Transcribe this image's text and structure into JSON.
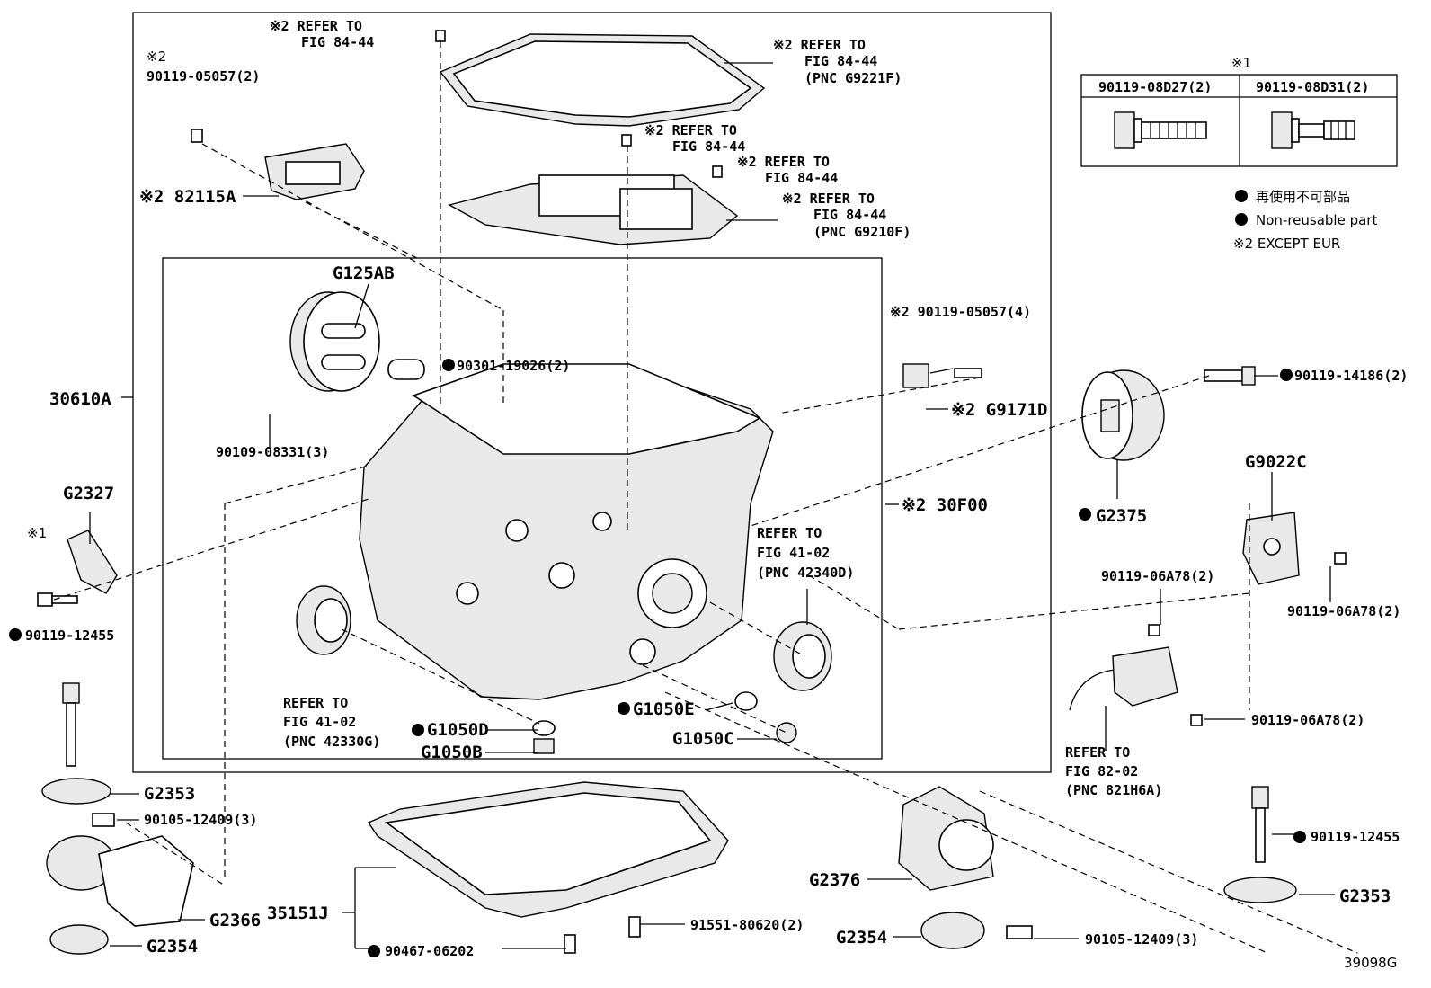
{
  "figure_code": "39098G",
  "legend": {
    "note_mark": "※1",
    "table_headers": [
      "90119-08D27(2)",
      "90119-08D31(2)"
    ],
    "nonreusable_jp": "再使用不可部品",
    "nonreusable_en": "Non-reusable part",
    "except_note": "※2 EXCEPT EUR"
  },
  "labels": {
    "refer_fig84_top_a": "※2 REFER TO",
    "refer_fig84_top_b": "FIG 84-44",
    "p90119_05057_2_mark": "※2",
    "p90119_05057_2": "90119-05057(2)",
    "refer_g9221f_a": "※2 REFER TO",
    "refer_g9221f_b": "FIG 84-44",
    "refer_g9221f_c": "(PNC G9221F)",
    "refer_mid1_a": "※2 REFER TO",
    "refer_mid1_b": "FIG 84-44",
    "refer_mid2_a": "※2 REFER TO",
    "refer_mid2_b": "FIG 84-44",
    "refer_g9210f_a": "※2 REFER TO",
    "refer_g9210f_b": "FIG 84-44",
    "refer_g9210f_c": "(PNC G9210F)",
    "p82115a": "※2 82115A",
    "g125ab": "G125AB",
    "p90301": "90301-19026(2)",
    "p90119_05057_4": "※2 90119-05057(4)",
    "g9171d": "※2 G9171D",
    "p30610a": "30610A",
    "p90109": "90109-08331(3)",
    "p30f00": "※2 30F00",
    "p90119_14186": "90119-14186(2)",
    "g2375": "G2375",
    "g9022c": "G9022C",
    "g2327": "G2327",
    "mark1_left": "※1",
    "p90119_12455_left": "90119-12455",
    "refer_42340d_a": "REFER TO",
    "refer_42340d_b": "FIG 41-02",
    "refer_42340d_c": "(PNC 42340D)",
    "p06a78_a": "90119-06A78(2)",
    "p06a78_b": "90119-06A78(2)",
    "p06a78_c": "90119-06A78(2)",
    "refer_42330g_a": "REFER TO",
    "refer_42330g_b": "FIG 41-02",
    "refer_42330g_c": "(PNC 42330G)",
    "g1050d": "G1050D",
    "g1050b": "G1050B",
    "g1050e": "G1050E",
    "g1050c": "G1050C",
    "refer_821h6a_a": "REFER TO",
    "refer_821h6a_b": "FIG 82-02",
    "refer_821h6a_c": "(PNC 821H6A)",
    "g2353_left": "G2353",
    "p90105_left": "90105-12409(3)",
    "g2366": "G2366",
    "g2354_left": "G2354",
    "p35151j": "35151J",
    "p90467": "90467-06202",
    "p91551": "91551-80620(2)",
    "g2376": "G2376",
    "g2354_right": "G2354",
    "p90105_right": "90105-12409(3)",
    "p90119_12455_right": "90119-12455",
    "g2353_right": "G2353"
  }
}
